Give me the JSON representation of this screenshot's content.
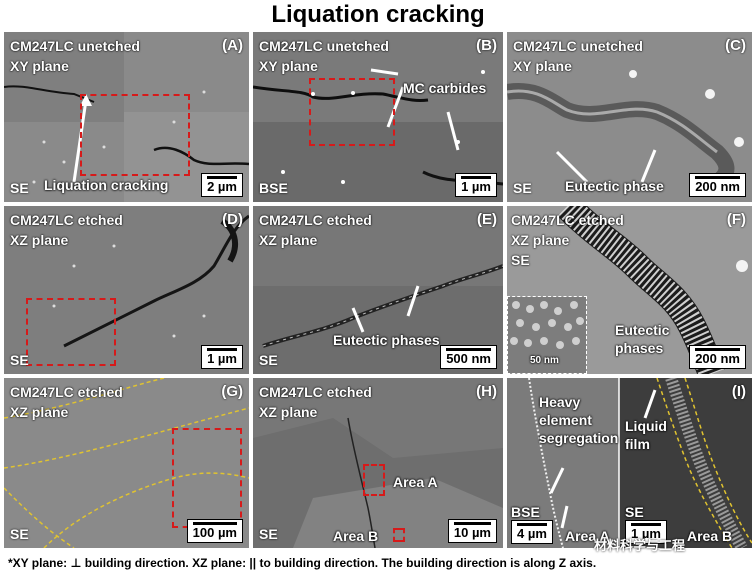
{
  "title": "Liquation cracking",
  "footnote": "*XY plane: ⊥ building direction. XZ plane: || to building direction. The building direction is along Z axis.",
  "watermark": "材料科学与工程",
  "panels": {
    "A": {
      "label": "(A)",
      "line1": "CM247LC unetched",
      "line2": "XY plane",
      "mode": "SE",
      "scale": "2 µm",
      "annot1": "Liquation cracking"
    },
    "B": {
      "label": "(B)",
      "line1": "CM247LC unetched",
      "line2": "XY plane",
      "mode": "BSE",
      "scale": "1 µm",
      "annot1": "MC carbides"
    },
    "C": {
      "label": "(C)",
      "line1": "CM247LC unetched",
      "line2": "XY plane",
      "mode": "SE",
      "scale": "200 nm",
      "annot1": "Eutectic phase"
    },
    "D": {
      "label": "(D)",
      "line1": "CM247LC etched",
      "line2": "XZ plane",
      "mode": "SE",
      "scale": "1 µm"
    },
    "E": {
      "label": "(E)",
      "line1": "CM247LC etched",
      "line2": "XZ plane",
      "mode": "SE",
      "scale": "500 nm",
      "annot1": "Eutectic phases"
    },
    "F": {
      "label": "(F)",
      "line1": "CM247LC etched",
      "line2": "XZ plane",
      "line3": "SE",
      "scale": "200 nm",
      "inset_scale": "50 nm",
      "annot1": "Eutectic",
      "annot2": "phases"
    },
    "G": {
      "label": "(G)",
      "line1": "CM247LC etched",
      "line2": "XZ plane",
      "mode": "SE",
      "scale": "100 µm"
    },
    "H": {
      "label": "(H)",
      "line1": "CM247LC etched",
      "line2": "XZ plane",
      "mode": "SE",
      "scale": "10 µm",
      "annot1": "Area A",
      "annot2": "Area B"
    },
    "I": {
      "label": "(I)",
      "annot1a": "Heavy",
      "annot1b": "element",
      "annot1c": "segregation",
      "annot2a": "Liquid",
      "annot2b": "film",
      "mode_left": "BSE",
      "mode_right": "SE",
      "scale_left": "4 µm",
      "scale_right": "1 µm",
      "area_left": "Area A",
      "area_right": "Area B"
    }
  }
}
